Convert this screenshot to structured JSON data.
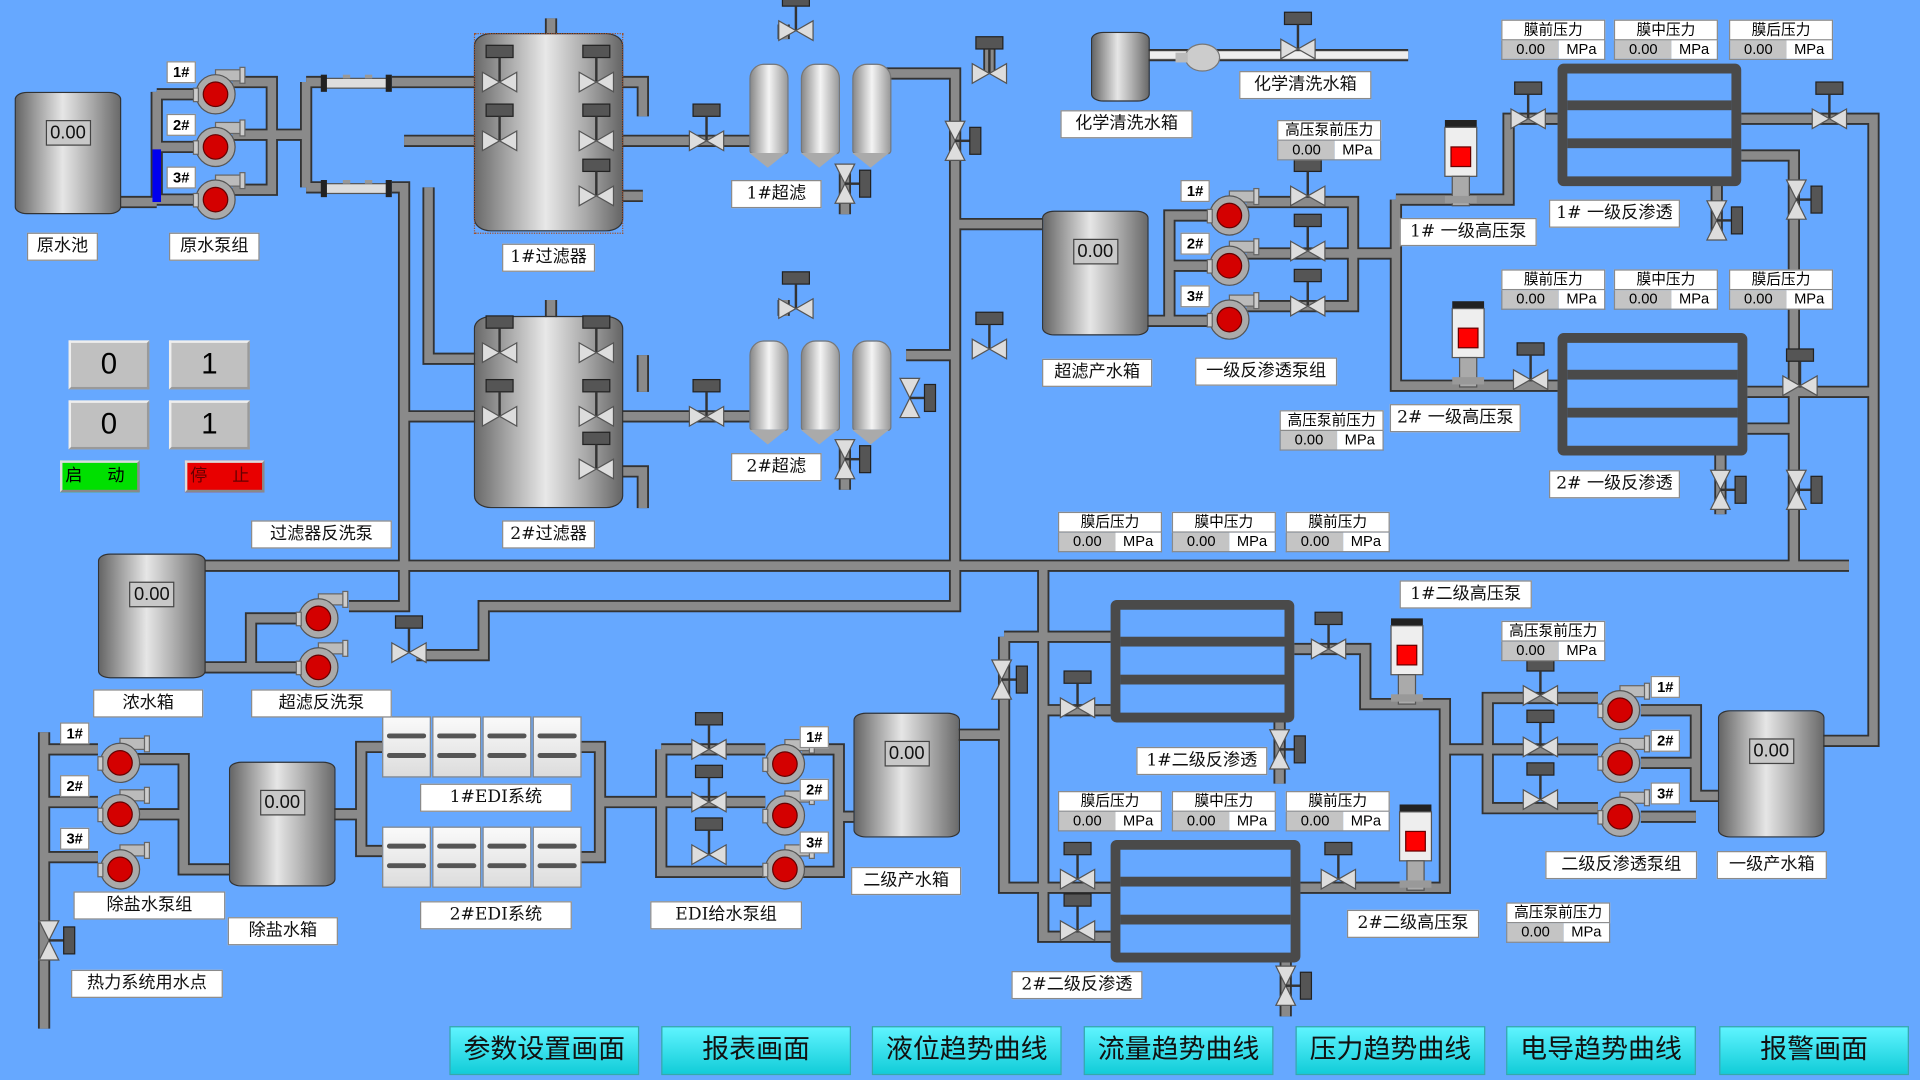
{
  "tank_levels": {
    "raw_water_tank": "0.00",
    "concentrate_tank": "0.00",
    "desalted_water_tank": "0.00",
    "secondary_product_tank": "0.00",
    "uf_product_tank": "0.00",
    "primary_product_tank": "0.00"
  },
  "labels": {
    "raw_water_tank": "原水池",
    "raw_water_pumps": "原水泵组",
    "filter_1": "1#过滤器",
    "filter_2": "2#过滤器",
    "uf_1": "1#超滤",
    "uf_2": "2#超滤",
    "chem_tank": "化学清洗水箱",
    "chem_line": "化学清洗水箱",
    "uf_product_tank": "超滤产水箱",
    "ro1_pumps": "一级反渗透泵组",
    "ro1_hp_pump_1": "1# 一级高压泵",
    "ro1_hp_pump_2": "2# 一级高压泵",
    "ro1_1": "1# 一级反渗透",
    "ro1_2": "2# 一级反渗透",
    "filter_backwash_pump": "过滤器反洗泵",
    "concentrate_tank": "浓水箱",
    "uf_backwash_pump": "超滤反洗泵",
    "ro2_hp_pump_1": "1#二级高压泵",
    "ro2_1": "1#二级反渗透",
    "ro2_hp_pump_2": "2#二级高压泵",
    "ro2_2": "2#二级反渗透",
    "ro2_pumps": "二级反渗透泵组",
    "primary_product_tank": "一级产水箱",
    "secondary_product_tank": "二级产水箱",
    "edi_feed_pumps": "EDI给水泵组",
    "edi_1": "1#EDI系统",
    "edi_2": "2#EDI系统",
    "desalted_pumps": "除盐水泵组",
    "desalted_tank": "除盐水箱",
    "thermal_use_point": "热力系统用水点"
  },
  "pump_numbers": [
    "1#",
    "2#",
    "3#"
  ],
  "pressure_panels": [
    {
      "title": "膜前压力",
      "value": "0.00",
      "unit": "MPa"
    },
    {
      "title": "膜中压力",
      "value": "0.00",
      "unit": "MPa"
    },
    {
      "title": "膜后压力",
      "value": "0.00",
      "unit": "MPa"
    },
    {
      "title": "膜前压力",
      "value": "0.00",
      "unit": "MPa"
    },
    {
      "title": "膜中压力",
      "value": "0.00",
      "unit": "MPa"
    },
    {
      "title": "膜后压力",
      "value": "0.00",
      "unit": "MPa"
    },
    {
      "title": "高压泵前压力",
      "value": "0.00",
      "unit": "MPa"
    },
    {
      "title": "高压泵前压力",
      "value": "0.00",
      "unit": "MPa"
    },
    {
      "title": "膜后压力",
      "value": "0.00",
      "unit": "MPa"
    },
    {
      "title": "膜中压力",
      "value": "0.00",
      "unit": "MPa"
    },
    {
      "title": "膜前压力",
      "value": "0.00",
      "unit": "MPa"
    },
    {
      "title": "高压泵前压力",
      "value": "0.00",
      "unit": "MPa"
    },
    {
      "title": "膜后压力",
      "value": "0.00",
      "unit": "MPa"
    },
    {
      "title": "膜中压力",
      "value": "0.00",
      "unit": "MPa"
    },
    {
      "title": "膜前压力",
      "value": "0.00",
      "unit": "MPa"
    },
    {
      "title": "高压泵前压力",
      "value": "0.00",
      "unit": "MPa"
    }
  ],
  "controls": {
    "counters": [
      "0",
      "1",
      "0",
      "1"
    ],
    "start": "启 动",
    "stop": "停 止"
  },
  "nav": [
    "参数设置画面",
    "报表画面",
    "液位趋势曲线",
    "流量趋势曲线",
    "压力趋势曲线",
    "电导趋势曲线",
    "报警画面"
  ],
  "colors": {
    "background": "#66a8ff",
    "pump_running": "#d40000",
    "hp_pump_indicator": "#ff0000",
    "start_button": "#00e000",
    "stop_button": "#e80000",
    "nav_button": "#20d8e4",
    "active_pipe": "#0000ee"
  }
}
